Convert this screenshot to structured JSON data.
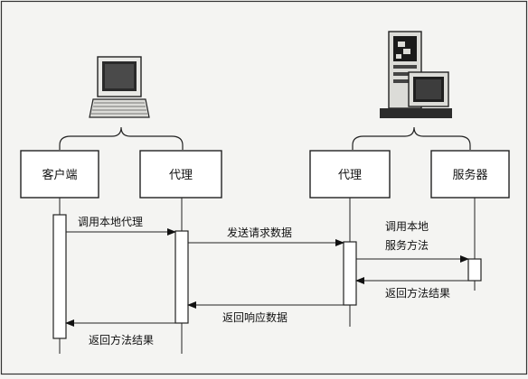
{
  "participants": {
    "client": "客户端",
    "proxy_left": "代理",
    "proxy_right": "代理",
    "server": "服务器"
  },
  "messages": {
    "call_local_proxy": "调用本地代理",
    "send_request_data": "发送请求数据",
    "call_local_service_line1": "调用本地",
    "call_local_service_line2": "服务方法",
    "return_method_result_server": "返回方法结果",
    "return_response_data": "返回响应数据",
    "return_method_result_client": "返回方法结果"
  },
  "icons": {
    "client_machine": "laptop-computer-icon",
    "server_machine": "server-tower-icon"
  }
}
